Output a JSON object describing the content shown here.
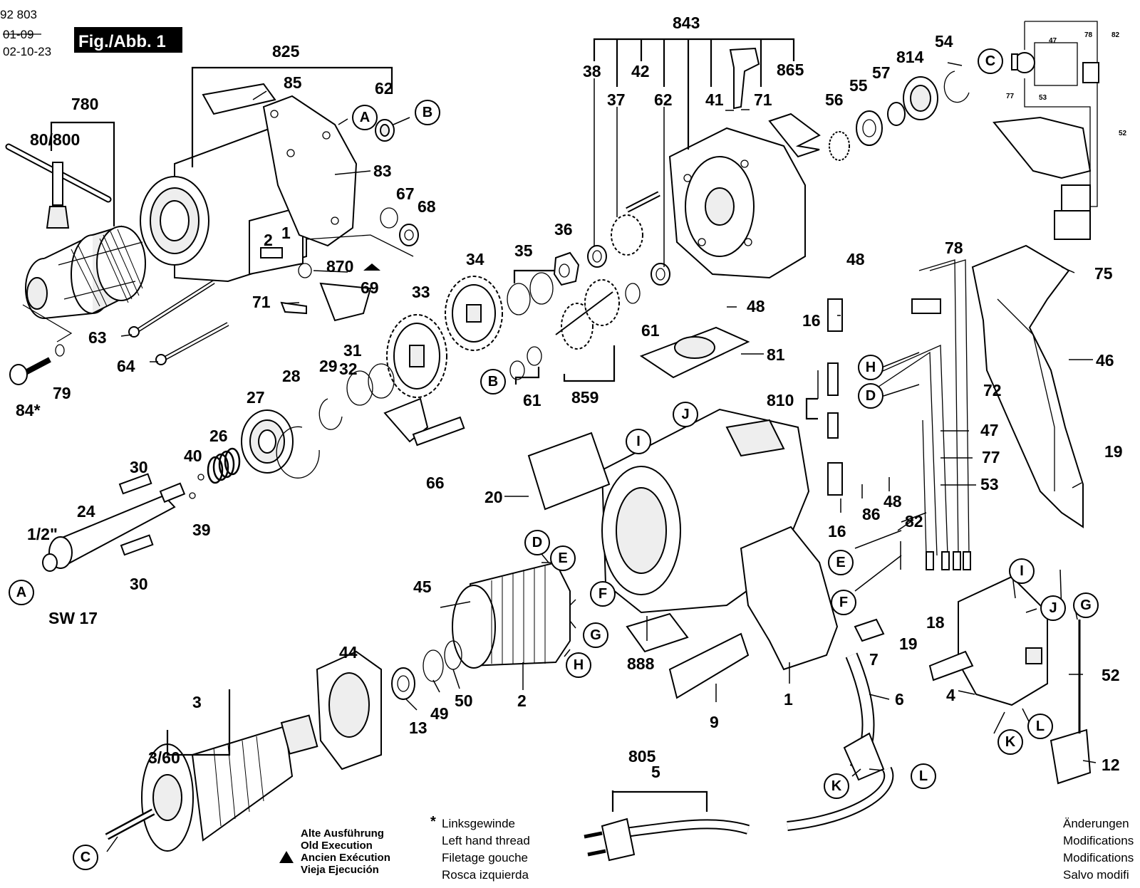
{
  "header": {
    "doc_number": "92 803",
    "old_date": "01-09",
    "date": "02-10-23",
    "figure_label": "Fig./Abb. 1"
  },
  "parts": {
    "p825": "825",
    "p85": "85",
    "p62a": "62",
    "p780": "780",
    "p80800": "80/800",
    "p83": "83",
    "p67": "67",
    "p68": "68",
    "p870": "870",
    "p69": "69",
    "p71a": "71",
    "p63": "63",
    "p64": "64",
    "p84": "84*",
    "p79": "79",
    "p843": "843",
    "p38": "38",
    "p42": "42",
    "p37": "37",
    "p62b": "62",
    "p41": "41",
    "p71b": "71",
    "p865": "865",
    "p54": "54",
    "p814": "814",
    "p57": "57",
    "p55": "55",
    "p56": "56",
    "p36": "36",
    "p35": "35",
    "p34": "34",
    "p33": "33",
    "p61a": "61",
    "p61b": "61",
    "p859": "859",
    "p48a": "48",
    "p48b": "48",
    "p48c": "48",
    "p81": "81",
    "p16a": "16",
    "p16b": "16",
    "p78": "78",
    "p75": "75",
    "p46": "46",
    "p72": "72",
    "p47": "47",
    "p77": "77",
    "p53": "53",
    "p19a": "19",
    "p19b": "19",
    "p86": "86",
    "p810": "810",
    "p32": "32",
    "p31": "31",
    "p29": "29",
    "p28": "28",
    "p27": "27",
    "p26": "26",
    "p40": "40",
    "p39": "39",
    "p66": "66",
    "p30a": "30",
    "p30b": "30",
    "p24": "24",
    "p12inch": "1/2\"",
    "pSW17": "SW 17",
    "p20": "20",
    "p45": "45",
    "p2": "2",
    "p888": "888",
    "p9": "9",
    "p1": "1",
    "p44": "44",
    "p3": "3",
    "p360": "3/60",
    "p13": "13",
    "p49": "49",
    "p50": "50",
    "p82": "82",
    "p18": "18",
    "p7": "7",
    "p6": "6",
    "p4": "4",
    "p52": "52",
    "p12": "12",
    "p805": "805",
    "p5": "5"
  },
  "callouts": {
    "A": "A",
    "B": "B",
    "C": "C",
    "D": "D",
    "E": "E",
    "F": "F",
    "G": "G",
    "H": "H",
    "I": "I",
    "J": "J",
    "K": "K",
    "L": "L"
  },
  "schematic": {
    "n47": "47",
    "n78": "78",
    "n82": "82",
    "n77": "77",
    "n53": "53",
    "n52": "52"
  },
  "notes": {
    "old_execution": [
      "Alte Ausführung",
      "Old Execution",
      "Ancien Exécution",
      "Vieja Ejecución"
    ],
    "left_thread_marker": "*",
    "left_thread": [
      "Linksgewinde",
      "Left hand thread",
      "Filetage gouche",
      "Rosca izquierda"
    ],
    "changes": [
      "Änderungen",
      "Modifications",
      "Modifications",
      "Salvo modifi"
    ]
  }
}
